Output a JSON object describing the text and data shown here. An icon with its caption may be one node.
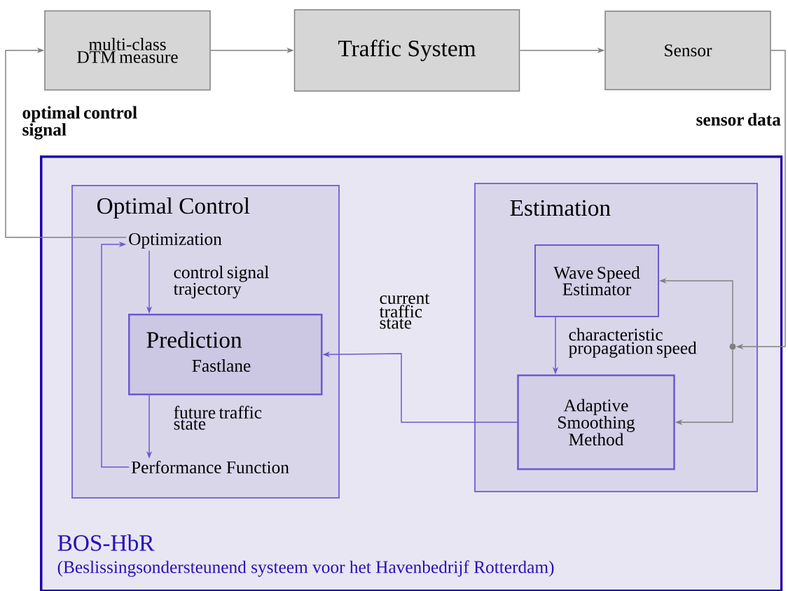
{
  "diagram": {
    "nodes": [
      {
        "text": [
          "multi-class DTM measure"
        ]
      },
      {
        "text": [
          "Traffic System"
        ]
      },
      {
        "text": [
          "Sensor"
        ]
      },
      {
        "text": [
          "BOS-HbR",
          "(Beslissingsondersteunend systeem voor het Havenbedrijf Rotterdam)"
        ]
      },
      {
        "text": [
          "Optimal Control"
        ],
        "in": 3
      },
      {
        "text": [
          "Optimization"
        ],
        "in": 4
      },
      {
        "text": [
          "Prediction",
          "Fastlane"
        ],
        "in": 4
      },
      {
        "text": [
          "Performance Function"
        ],
        "in": 4
      },
      {
        "text": [
          "Estimation"
        ],
        "in": 3
      },
      {
        "text": [
          "Wave Speed Estimator"
        ],
        "in": 8
      },
      {
        "text": [
          "Adaptive Smoothing Method"
        ],
        "in": 8
      },
      {
        "text": [],
        "shape": "circle",
        "in": 8
      }
    ],
    "edges": [
      {
        "from": 0,
        "to": 1,
        "arrow": "to"
      },
      {
        "from": 1,
        "to": 2,
        "arrow": "to"
      },
      {
        "from": 2,
        "to": 11,
        "arrow": "to",
        "label": "sensor data"
      },
      {
        "from": 11,
        "to": 9,
        "arrow": "to"
      },
      {
        "from": 11,
        "to": 10,
        "arrow": "to"
      },
      {
        "from": 10,
        "to": 6,
        "arrow": "to",
        "label": "current traffic state",
        "color": "#6a5acd"
      },
      {
        "from": 5,
        "to": 0,
        "arrow": "to",
        "label": "optimal control signal"
      },
      {
        "from": 5,
        "to": 6,
        "arrow": "to",
        "label": "control signal trajectory",
        "color": "#6a5acd"
      },
      {
        "from": 6,
        "to": 7,
        "arrow": "to",
        "label": "future traffic state",
        "color": "#6a5acd"
      },
      {
        "from": 7,
        "to": 5,
        "arrow": "to",
        "color": "#6a5acd"
      },
      {
        "from": 9,
        "to": 10,
        "arrow": "to",
        "label": "characteristic propagation speed",
        "color": "#6a5acd"
      }
    ]
  }
}
